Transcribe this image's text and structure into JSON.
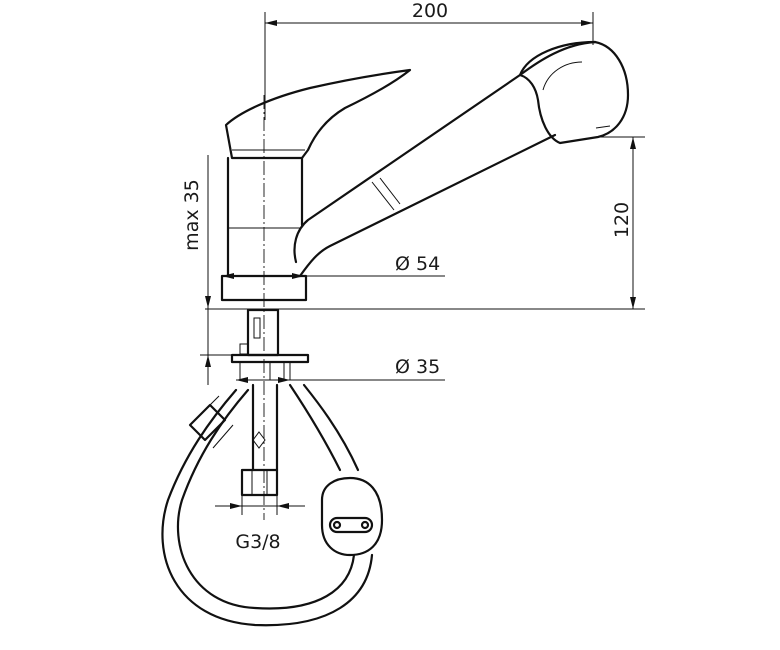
{
  "dimensions": {
    "overall_width": "200",
    "max_deck_thickness": "max 35",
    "spout_height": "120",
    "base_diameter": "Ø  54",
    "hole_diameter": "Ø  35",
    "connection_thread": "G3/8"
  }
}
